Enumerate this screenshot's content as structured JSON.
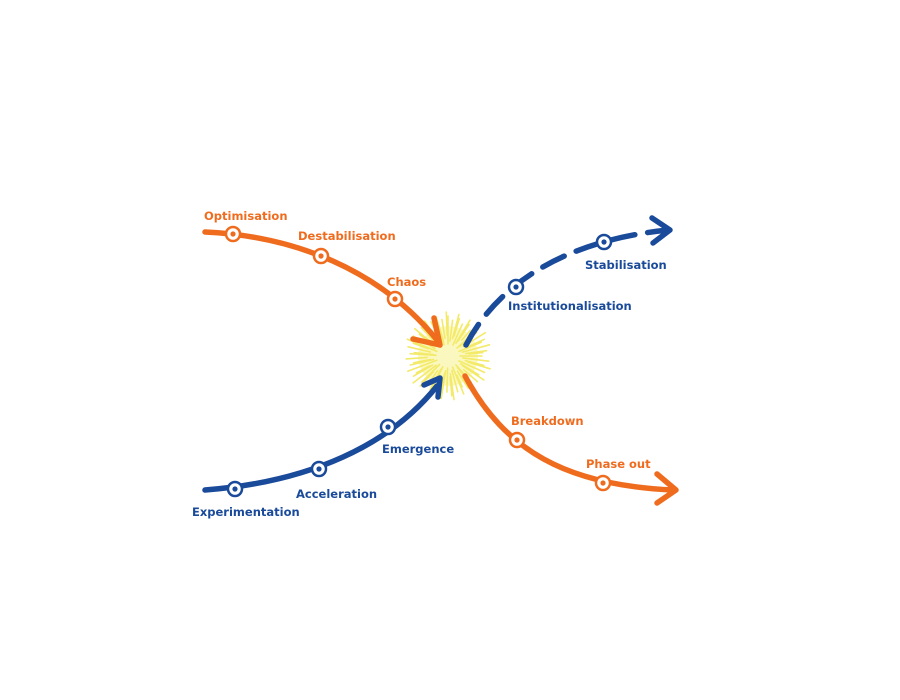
{
  "colors": {
    "orange": "#ef6c1f",
    "blue": "#1a4a9a",
    "burst": "#f5f18a"
  },
  "orange_line": {
    "stages": [
      "Optimisation",
      "Destabilisation",
      "Chaos",
      "Breakdown",
      "Phase out"
    ]
  },
  "blue_line": {
    "stages": [
      "Experimentation",
      "Acceleration",
      "Emergence",
      "Institutionalisation",
      "Stabilisation"
    ]
  }
}
